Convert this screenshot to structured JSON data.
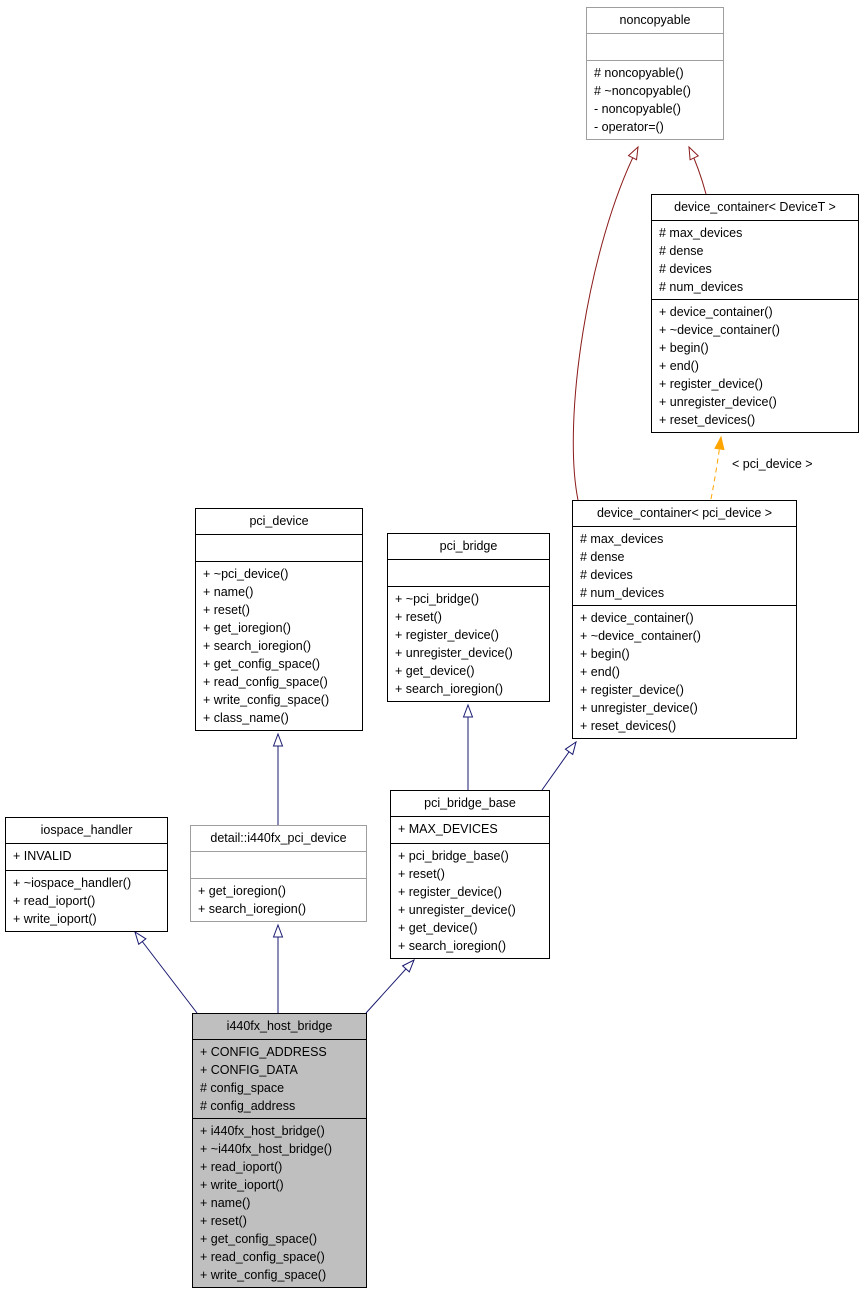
{
  "diagram": {
    "type": "uml-class-inheritance-graph",
    "colors": {
      "background": "#ffffff",
      "public_edge": "#191970",
      "private_edge": "#8b1a1a",
      "template_edge": "#ffa500",
      "node_border": "#000000",
      "external_border": "#9e9e9e",
      "highlight_fill": "#bfbfbf"
    },
    "template_label": "< pci_device >",
    "nodes": [
      {
        "id": "noncopyable",
        "title": "noncopyable",
        "attributes": [],
        "methods": [
          "# noncopyable()",
          "# ~noncopyable()",
          "- noncopyable()",
          "- operator=()"
        ]
      },
      {
        "id": "device_container_devicet",
        "title": "device_container< DeviceT >",
        "attributes": [
          "# max_devices",
          "# dense",
          "# devices",
          "# num_devices"
        ],
        "methods": [
          "+ device_container()",
          "+ ~device_container()",
          "+ begin()",
          "+ end()",
          "+ register_device()",
          "+ unregister_device()",
          "+ reset_devices()"
        ]
      },
      {
        "id": "device_container_pci_device",
        "title": "device_container< pci_device >",
        "attributes": [
          "# max_devices",
          "# dense",
          "# devices",
          "# num_devices"
        ],
        "methods": [
          "+ device_container()",
          "+ ~device_container()",
          "+ begin()",
          "+ end()",
          "+ register_device()",
          "+ unregister_device()",
          "+ reset_devices()"
        ]
      },
      {
        "id": "pci_device",
        "title": "pci_device",
        "attributes": [],
        "methods": [
          "+ ~pci_device()",
          "+ name()",
          "+ reset()",
          "+ get_ioregion()",
          "+ search_ioregion()",
          "+ get_config_space()",
          "+ read_config_space()",
          "+ write_config_space()",
          "+ class_name()"
        ]
      },
      {
        "id": "pci_bridge",
        "title": "pci_bridge",
        "attributes": [],
        "methods": [
          "+ ~pci_bridge()",
          "+ reset()",
          "+ register_device()",
          "+ unregister_device()",
          "+ get_device()",
          "+ search_ioregion()"
        ]
      },
      {
        "id": "pci_bridge_base",
        "title": "pci_bridge_base",
        "attributes": [
          "+ MAX_DEVICES"
        ],
        "methods": [
          "+ pci_bridge_base()",
          "+ reset()",
          "+ register_device()",
          "+ unregister_device()",
          "+ get_device()",
          "+ search_ioregion()"
        ]
      },
      {
        "id": "iospace_handler",
        "title": "iospace_handler",
        "attributes": [
          "+ INVALID"
        ],
        "methods": [
          "+ ~iospace_handler()",
          "+ read_ioport()",
          "+ write_ioport()"
        ]
      },
      {
        "id": "detail_i440fx_pci_device",
        "title": "detail::i440fx_pci_device",
        "attributes": [],
        "methods": [
          "+ get_ioregion()",
          "+ search_ioregion()"
        ]
      },
      {
        "id": "i440fx_host_bridge",
        "title": "i440fx_host_bridge",
        "attributes": [
          "+ CONFIG_ADDRESS",
          "+ CONFIG_DATA",
          "# config_space",
          "# config_address"
        ],
        "methods": [
          "+ i440fx_host_bridge()",
          "+ ~i440fx_host_bridge()",
          "+ read_ioport()",
          "+ write_ioport()",
          "+ name()",
          "+ reset()",
          "+ get_config_space()",
          "+ read_config_space()",
          "+ write_config_space()"
        ]
      }
    ],
    "edges": [
      {
        "from": "device_container< DeviceT >",
        "to": "noncopyable",
        "type": "private-inheritance"
      },
      {
        "from": "device_container< pci_device >",
        "to": "noncopyable",
        "type": "private-inheritance"
      },
      {
        "from": "device_container< pci_device >",
        "to": "device_container< DeviceT >",
        "type": "template-instantiation",
        "label": "< pci_device >"
      },
      {
        "from": "detail::i440fx_pci_device",
        "to": "pci_device",
        "type": "public-inheritance"
      },
      {
        "from": "pci_bridge_base",
        "to": "pci_bridge",
        "type": "public-inheritance"
      },
      {
        "from": "pci_bridge_base",
        "to": "device_container< pci_device >",
        "type": "public-inheritance"
      },
      {
        "from": "i440fx_host_bridge",
        "to": "iospace_handler",
        "type": "public-inheritance"
      },
      {
        "from": "i440fx_host_bridge",
        "to": "detail::i440fx_pci_device",
        "type": "public-inheritance"
      },
      {
        "from": "i440fx_host_bridge",
        "to": "pci_bridge_base",
        "type": "public-inheritance"
      }
    ]
  }
}
